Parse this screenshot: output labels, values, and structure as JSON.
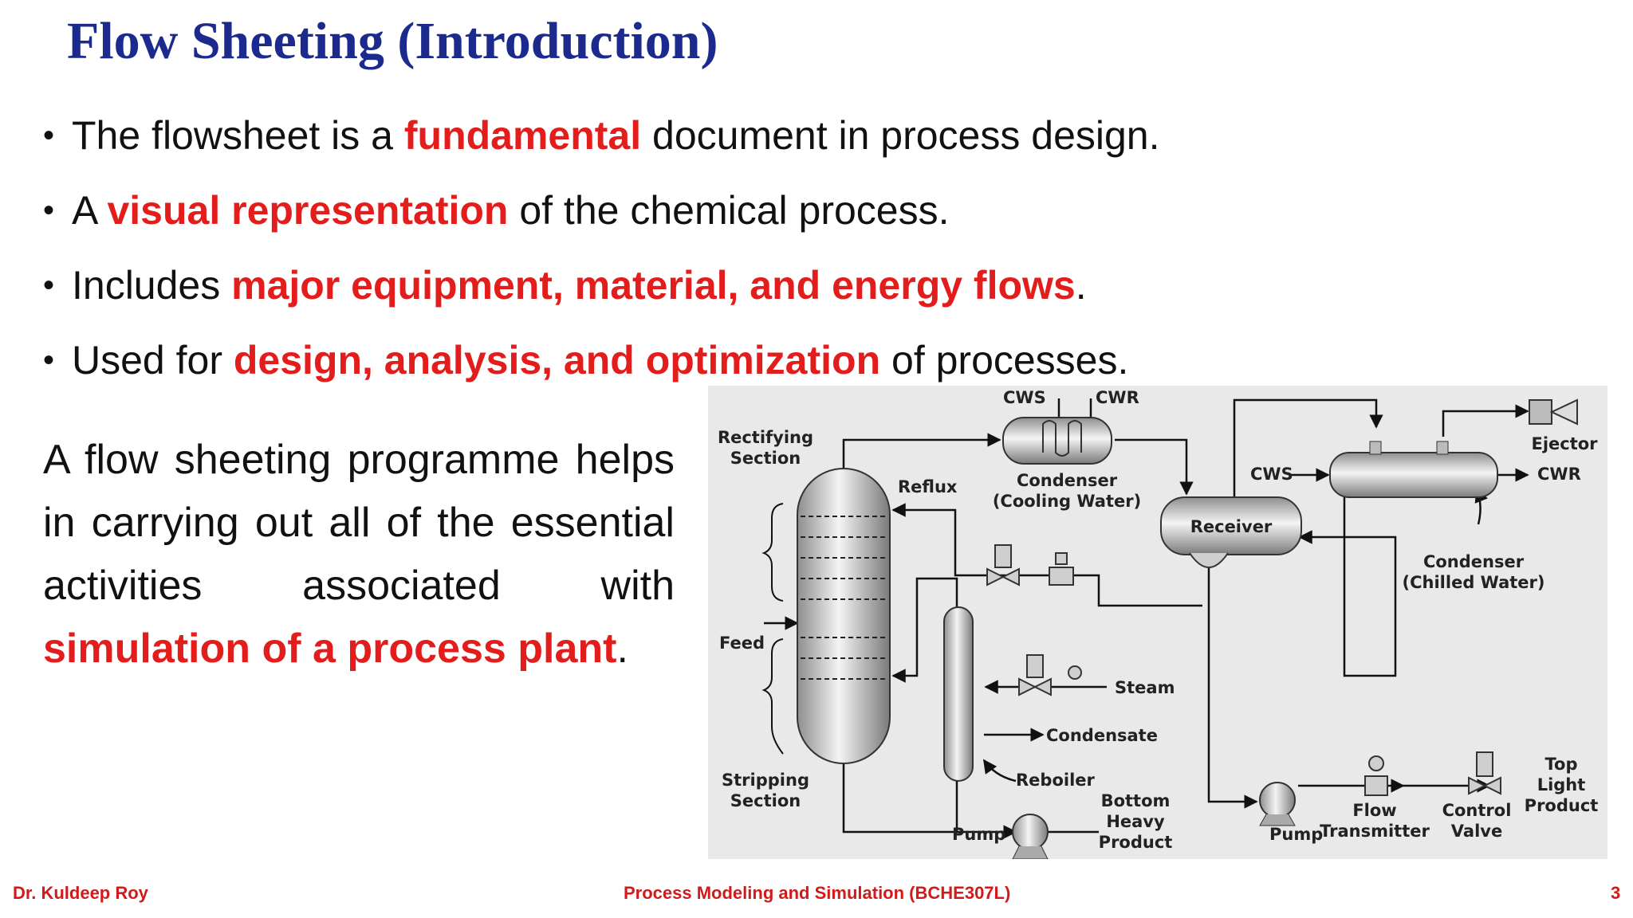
{
  "slide": {
    "title": "Flow Sheeting (Introduction)",
    "bullets": [
      {
        "pre": "The flowsheet is a ",
        "hl": "fundamental",
        "post": " document in process design."
      },
      {
        "pre": "A ",
        "hl": "visual representation",
        "post": " of the chemical process."
      },
      {
        "pre": "Includes ",
        "hl": "major equipment, material, and energy flows",
        "post": "."
      },
      {
        "pre": "Used for ",
        "hl": "design, analysis, and optimization",
        "post": " of processes."
      }
    ],
    "paragraph": {
      "pre": "A flow sheeting programme helps in carrying out all of the essential activities associated with ",
      "hl": "simulation of a process plant",
      "post": "."
    },
    "accent_color": "#e31c1c",
    "title_color": "#1b2a8c"
  },
  "diagram": {
    "cws_top": "CWS",
    "cwr_top": "CWR",
    "rectifying": [
      "Rectifying",
      "Section"
    ],
    "reflux": "Reflux",
    "condenser_cw": [
      "Condenser",
      "(Cooling Water)"
    ],
    "receiver": "Receiver",
    "cws_right": "CWS",
    "cwr_right": "CWR",
    "ejector": "Ejector",
    "condenser_chilled": [
      "Condenser",
      "(Chilled Water)"
    ],
    "feed": "Feed",
    "steam": "Steam",
    "condensate": "Condensate",
    "reboiler": "Reboiler",
    "stripping": [
      "Stripping",
      "Section"
    ],
    "pump_left": "Pump",
    "bottom_product": [
      "Bottom",
      "Heavy",
      "Product"
    ],
    "pump_right": "Pump",
    "flow_transmitter": [
      "Flow",
      "Transmitter"
    ],
    "control_valve": [
      "Control",
      "Valve"
    ],
    "top_product": [
      "Top",
      "Light",
      "Product"
    ]
  },
  "footer": {
    "author": "Dr. Kuldeep Roy",
    "course": "Process Modeling and Simulation (BCHE307L)",
    "page": "3"
  }
}
